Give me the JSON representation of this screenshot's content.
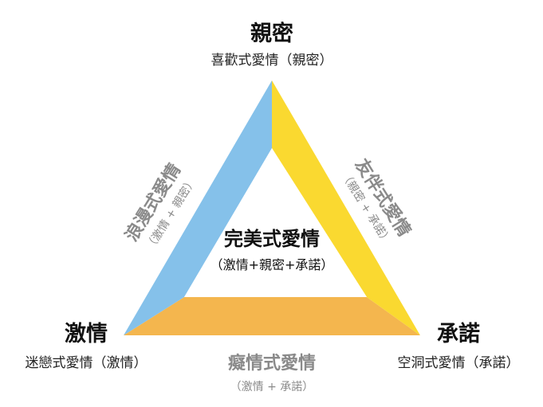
{
  "colors": {
    "intimacy_passion_edge": "#85c1ea",
    "intimacy_commitment_edge": "#fad930",
    "passion_commitment_edge": "#f4b64e",
    "side_text": "#8a8a8a",
    "main_text": "#111111"
  },
  "vertices": {
    "top": {
      "title": "親密",
      "subtitle": "喜歡式愛情（親密）"
    },
    "left": {
      "title": "激情",
      "subtitle": "迷戀式愛情（激情）"
    },
    "right": {
      "title": "承諾",
      "subtitle": "空洞式愛情（承諾）"
    }
  },
  "edges": {
    "left": {
      "title": "浪漫式愛情",
      "subtitle": "（激情 + 親密）"
    },
    "right": {
      "title": "友伴式愛情",
      "subtitle": "（親密 + 承諾）"
    },
    "bottom": {
      "title": "癡情式愛情",
      "subtitle": "（激情 + 承諾）"
    }
  },
  "center": {
    "title": "完美式愛情",
    "subtitle": "（激情+親密+承諾）"
  }
}
